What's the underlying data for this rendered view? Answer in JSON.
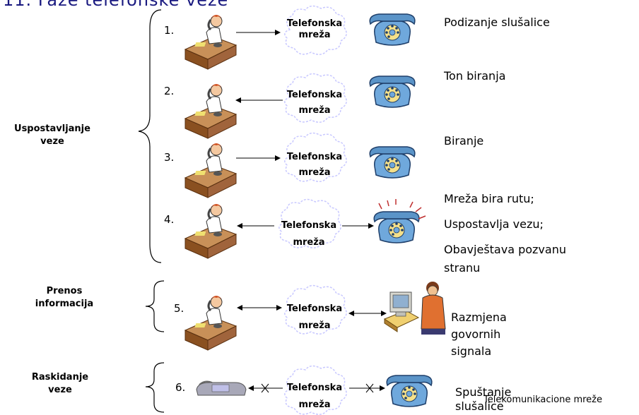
{
  "title": "11. Faze telefonske veze",
  "phases": {
    "setup": "Uspostavljanje\nveze",
    "transfer": "Prenos\ninformacija",
    "teardown": "Raskidanje\nveze"
  },
  "cloud_label": "Telefonska mreža",
  "steps": [
    {
      "num": "1.",
      "lines": [
        "Podizanje slušalice"
      ]
    },
    {
      "num": "2.",
      "lines": [
        "Ton biranja"
      ]
    },
    {
      "num": "3.",
      "lines": [
        "Biranje"
      ]
    },
    {
      "num": "4.",
      "lines": [
        "Mreža bira rutu;",
        "Uspostavlja vezu;",
        "Obavještava pozvanu",
        "stranu"
      ]
    },
    {
      "num": "5.",
      "lines": [
        "Razmjena",
        "govornih",
        "signala"
      ]
    },
    {
      "num": "6.",
      "lines": [
        "Spuštanje",
        "slušalice"
      ]
    }
  ],
  "footer": "Telekomunikacione mreže",
  "colors": {
    "phone_blue": "#6fa8dc",
    "desk": "#a0643c",
    "cloud": "#c8c8ff"
  }
}
